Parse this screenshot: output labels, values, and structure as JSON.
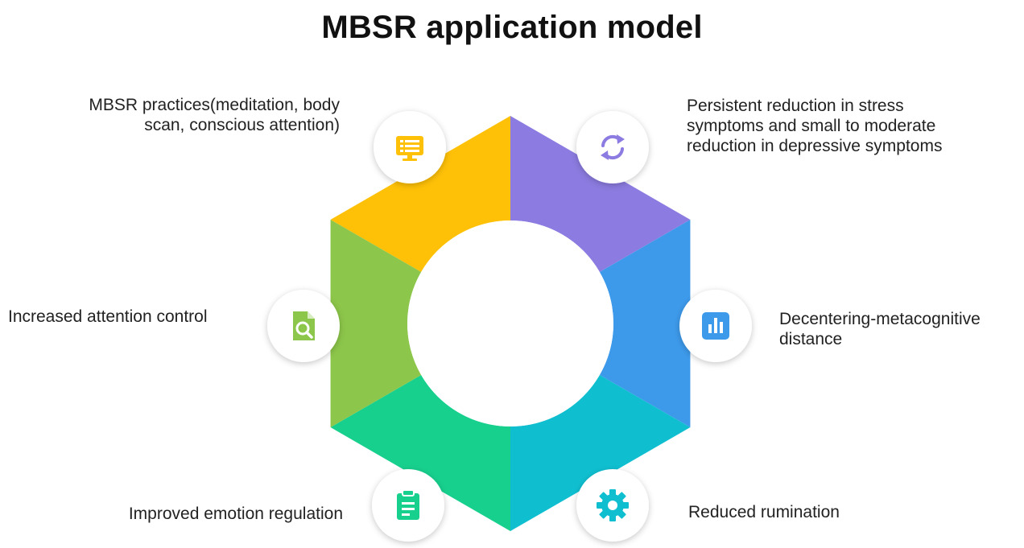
{
  "title": "MBSR application model",
  "segments": [
    {
      "id": "practices",
      "label_lines": [
        "MBSR practices(meditation, body",
        "scan, conscious attention)"
      ],
      "color": "#FFC107",
      "icon": "monitor-list-icon"
    },
    {
      "id": "stress-reduction",
      "label_lines": [
        "Persistent reduction in stress",
        "symptoms and small to moderate",
        "reduction in depressive symptoms"
      ],
      "color": "#8C7BE0",
      "icon": "refresh-icon"
    },
    {
      "id": "decentering",
      "label_lines": [
        "Decentering-metacognitive",
        "distance"
      ],
      "color": "#3D9AEB",
      "icon": "bar-chart-icon"
    },
    {
      "id": "rumination",
      "label_lines": [
        "Reduced rumination"
      ],
      "color": "#0FBFD0",
      "icon": "gear-icon"
    },
    {
      "id": "emotion-regulation",
      "label_lines": [
        "Improved emotion regulation"
      ],
      "color": "#17D08E",
      "icon": "clipboard-icon"
    },
    {
      "id": "attention-control",
      "label_lines": [
        "Increased attention control"
      ],
      "color": "#8CC64A",
      "icon": "document-search-icon"
    }
  ]
}
